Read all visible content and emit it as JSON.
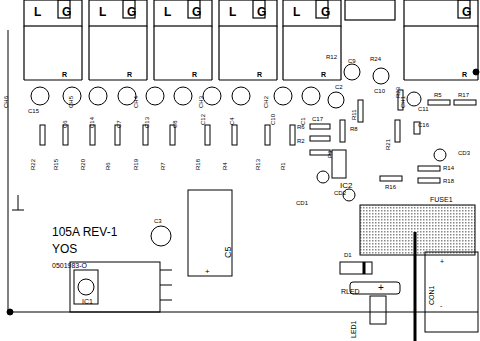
{
  "diagram": {
    "labels": [
      "L",
      "G",
      "L",
      "G",
      "L",
      "G",
      "L",
      "G",
      "L",
      "G",
      "G",
      "R",
      "R",
      "R",
      "R",
      "R",
      "R",
      "CH6",
      "CH5",
      "CH4",
      "CH3",
      "CH2",
      "CH1",
      "C15",
      "C6",
      "C14",
      "C7",
      "C13",
      "C8",
      "C12",
      "C4",
      "C10",
      "C1",
      "C2",
      "R22",
      "R15",
      "R20",
      "R6",
      "R19",
      "R7",
      "R18",
      "R4",
      "R13",
      "R1",
      "R12",
      "C9",
      "R24",
      "C10",
      "R23",
      "C11",
      "R5",
      "R17",
      "R8",
      "R11",
      "R3",
      "C17",
      "R6",
      "R2",
      "IC2",
      "CD2",
      "CD1",
      "R16",
      "R14",
      "R18",
      "R21",
      "C16",
      "CD3",
      "FUSE1",
      "105A REV-1",
      "YOS",
      "0501983-O",
      "C3",
      "C5",
      "IC1",
      "D1",
      "RLED",
      "LED1",
      "CON1",
      "+",
      "+",
      "+",
      "-"
    ]
  }
}
